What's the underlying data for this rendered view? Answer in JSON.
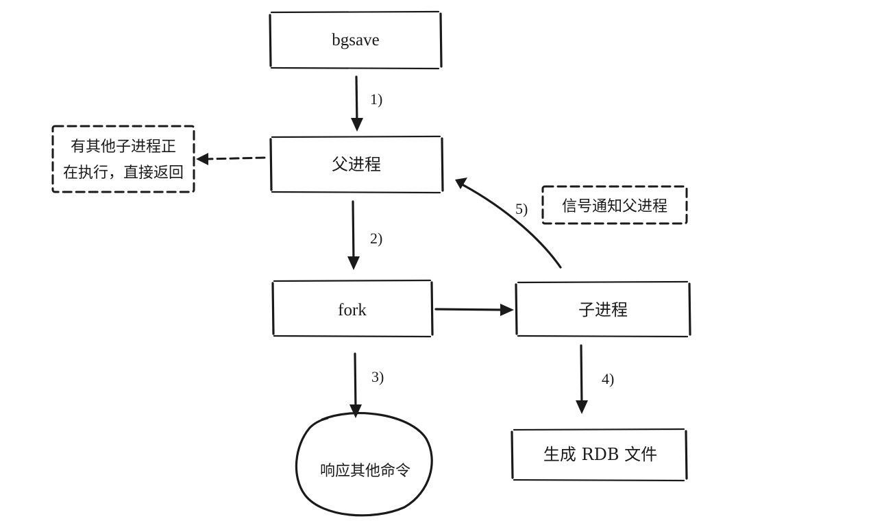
{
  "nodes": {
    "bgsave": {
      "label": "bgsave"
    },
    "parent": {
      "label": "父进程"
    },
    "busy_note": {
      "line1": "有其他子进程正",
      "line2": "在执行，直接返回"
    },
    "fork": {
      "label": "fork"
    },
    "child": {
      "label": "子进程"
    },
    "signal_note": {
      "label": "信号通知父进程"
    },
    "respond": {
      "label": "响应其他命令"
    },
    "rdb": {
      "label": "生成 RDB 文件"
    }
  },
  "steps": {
    "s1": "1)",
    "s2": "2)",
    "s3": "3)",
    "s4": "4)",
    "s5": "5)"
  }
}
